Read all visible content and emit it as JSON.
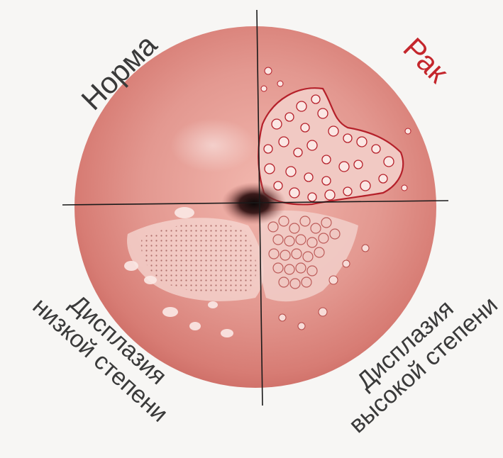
{
  "labels": {
    "top_left": "Норма",
    "top_right": "Рак",
    "bottom_left_line1": "Дисплазия",
    "bottom_left_line2": "низкой степени",
    "bottom_right_line1": "Дисплазия",
    "bottom_right_line2": "высокой степени"
  },
  "colors": {
    "background": "#f7f6f4",
    "tissue": "#e08f86",
    "tissue_dark": "#c8625f",
    "label_dark": "#3a3a3a",
    "label_red": "#c4262c",
    "lesion_red": "#b5202a",
    "crosshair": "#1a1a1a"
  }
}
